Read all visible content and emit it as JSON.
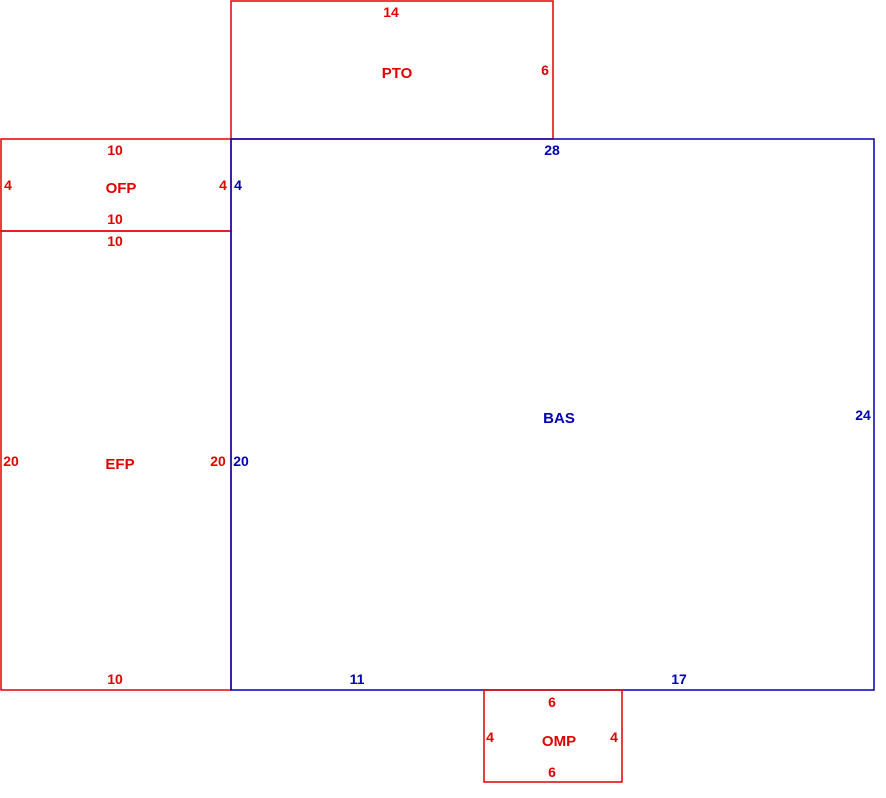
{
  "colors": {
    "addition": "#e00000",
    "main": "#0000b4",
    "background": "#ffffff"
  },
  "areas": {
    "pto": {
      "code": "PTO",
      "top": "14",
      "right": "6"
    },
    "ofp": {
      "code": "OFP",
      "top": "10",
      "left": "4",
      "right": "4",
      "bottom": "10"
    },
    "efp": {
      "code": "EFP",
      "top": "10",
      "left": "20",
      "right": "20",
      "bottom": "10"
    },
    "bas": {
      "code": "BAS",
      "top": "28",
      "left_upper": "4",
      "left_lower": "20",
      "right": "24",
      "bottom_left": "11",
      "bottom_right": "17"
    },
    "omp": {
      "code": "OMP",
      "top": "6",
      "left": "4",
      "right": "4",
      "bottom": "6"
    }
  }
}
